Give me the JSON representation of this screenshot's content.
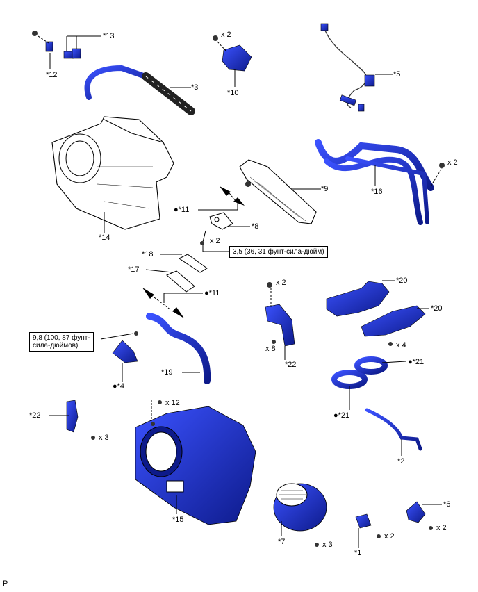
{
  "labels": {
    "p1": "*1",
    "p2": "*2",
    "p3": "*3",
    "p4": "●*4",
    "p5": "*5",
    "p6": "*6",
    "p7": "*7",
    "p8": "*8",
    "p9": "*9",
    "p10": "*10",
    "p11a": "●*11",
    "p11b": "●*11",
    "p12": "*12",
    "p13": "*13",
    "p14": "*14",
    "p15": "*15",
    "p16": "*16",
    "p17": "*17",
    "p18": "*18",
    "p19": "*19",
    "p20a": "*20",
    "p20b": "*20",
    "p21a": "●*21",
    "p21b": "●*21",
    "p22a": "*22",
    "p22b": "*22"
  },
  "quantities": {
    "q10": "x 2",
    "q8": "x 2",
    "q16": "x 2",
    "q22top": "x 2",
    "q22bot": "x 8",
    "q20": "x 4",
    "q22left": "x 3",
    "q15": "x 12",
    "q7": "x 3",
    "q1": "x 2",
    "q6": "x 2"
  },
  "torque": {
    "t1": "3,5 (36, 31 фунт-сила-дюйм)",
    "t2_line1": "9,8 (100, 87 фунт-",
    "t2_line2": "сила-дюймов)"
  },
  "corner_mark": "P",
  "colors": {
    "part": "#1f2fd6",
    "part_dark": "#0d1a8a",
    "outline": "#000000"
  }
}
